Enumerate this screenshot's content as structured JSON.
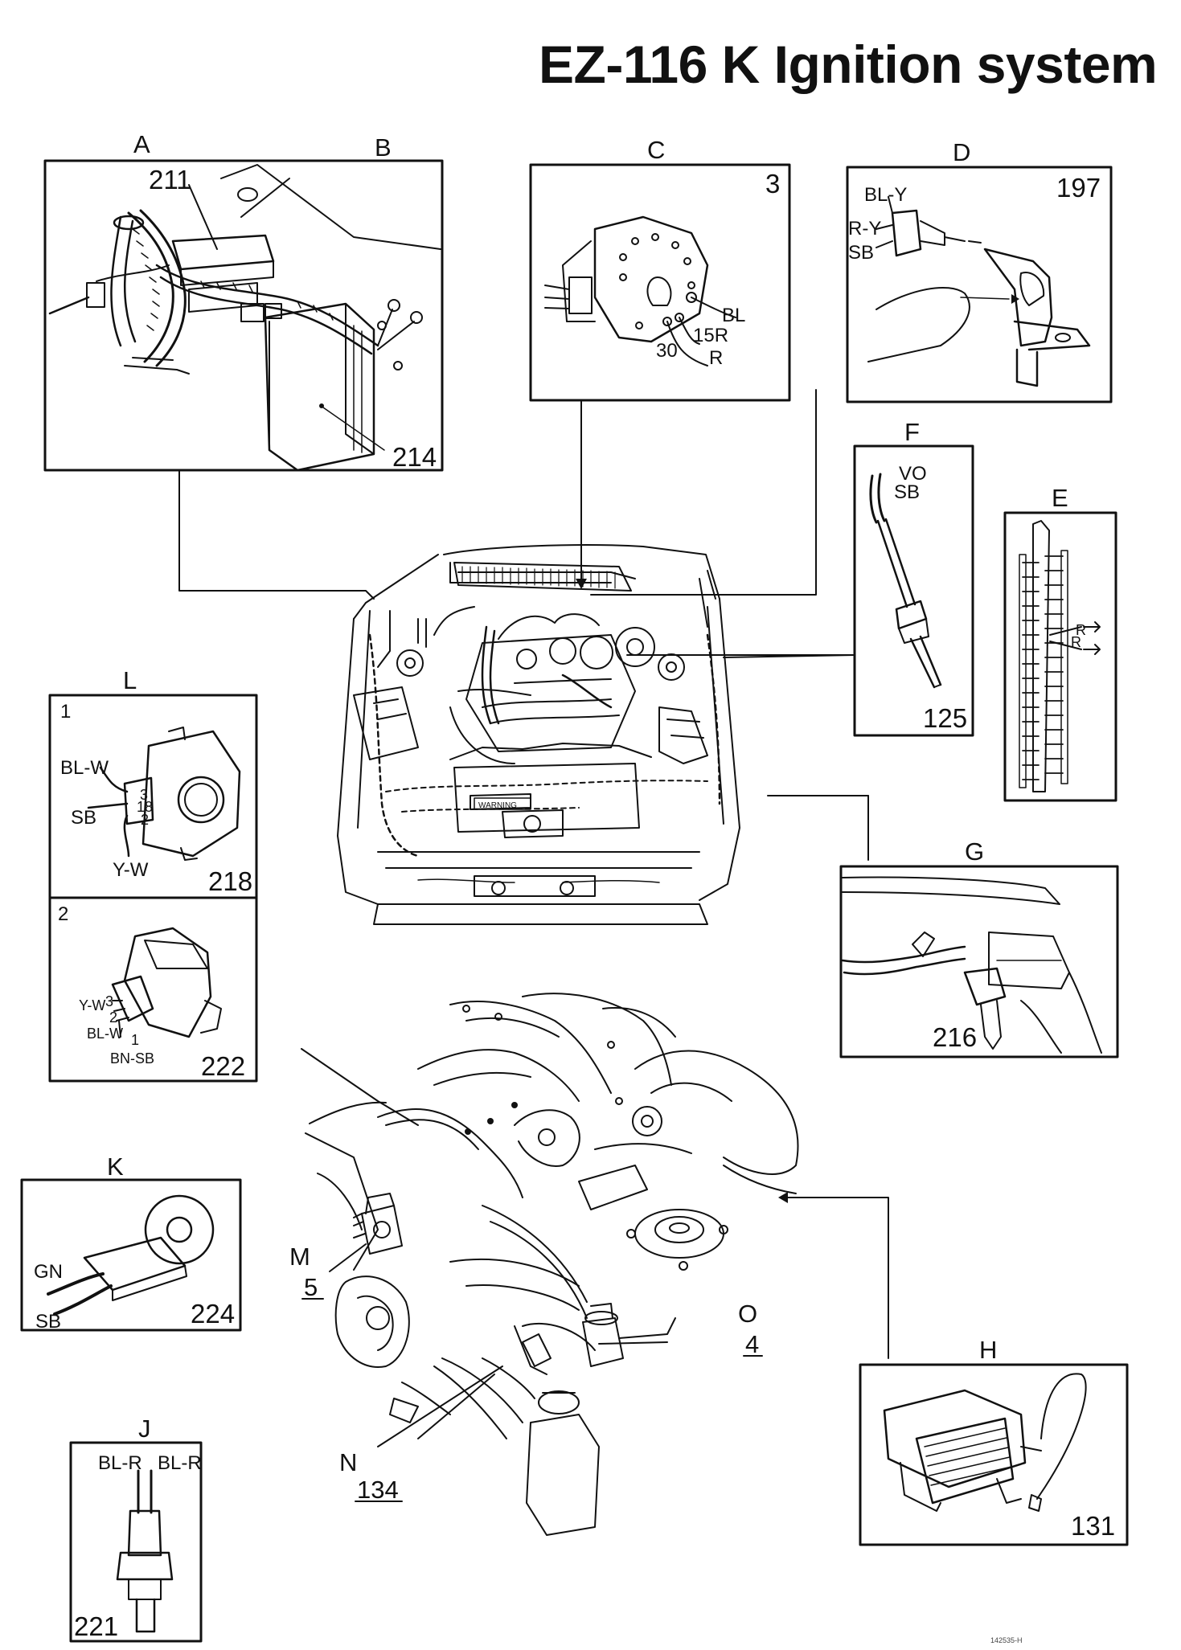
{
  "title": "EZ-116 K Ignition system",
  "document_code": "142535-H",
  "panels": {
    "AB": {
      "letter_a": "A",
      "letter_b": "B",
      "ref_1": "211",
      "ref_2": "214"
    },
    "C": {
      "letter": "C",
      "ref": "3",
      "pins": [
        "BL",
        "15R",
        "30",
        "R"
      ]
    },
    "D": {
      "letter": "D",
      "ref": "197",
      "wires": [
        "BL-Y",
        "R-Y",
        "SB"
      ]
    },
    "E": {
      "letter": "E",
      "marks": [
        "R",
        "R"
      ]
    },
    "F": {
      "letter": "F",
      "ref": "125",
      "wires": [
        "VO",
        "SB"
      ]
    },
    "G": {
      "letter": "G",
      "ref": "216"
    },
    "H": {
      "letter": "H",
      "ref": "131"
    },
    "J": {
      "letter": "J",
      "ref": "221",
      "wires": [
        "BL-R",
        "BL-R"
      ]
    },
    "K": {
      "letter": "K",
      "ref": "224",
      "wires": [
        "GN",
        "SB"
      ]
    },
    "L": {
      "letter": "L",
      "sub1": {
        "index": "1",
        "ref": "218",
        "wires": [
          "BL-W",
          "SB",
          "Y-W"
        ],
        "pins": [
          "3",
          "18",
          "2"
        ]
      },
      "sub2": {
        "index": "2",
        "ref": "222",
        "wires": [
          "Y-W",
          "BL-W",
          "BN-SB"
        ],
        "pins": [
          "3",
          "2",
          "1"
        ]
      }
    }
  },
  "callouts": {
    "M": {
      "letter": "M",
      "ref": "5"
    },
    "N": {
      "letter": "N",
      "ref": "134"
    },
    "O": {
      "letter": "O",
      "ref": "4"
    }
  },
  "engine_plate": "WARNING"
}
